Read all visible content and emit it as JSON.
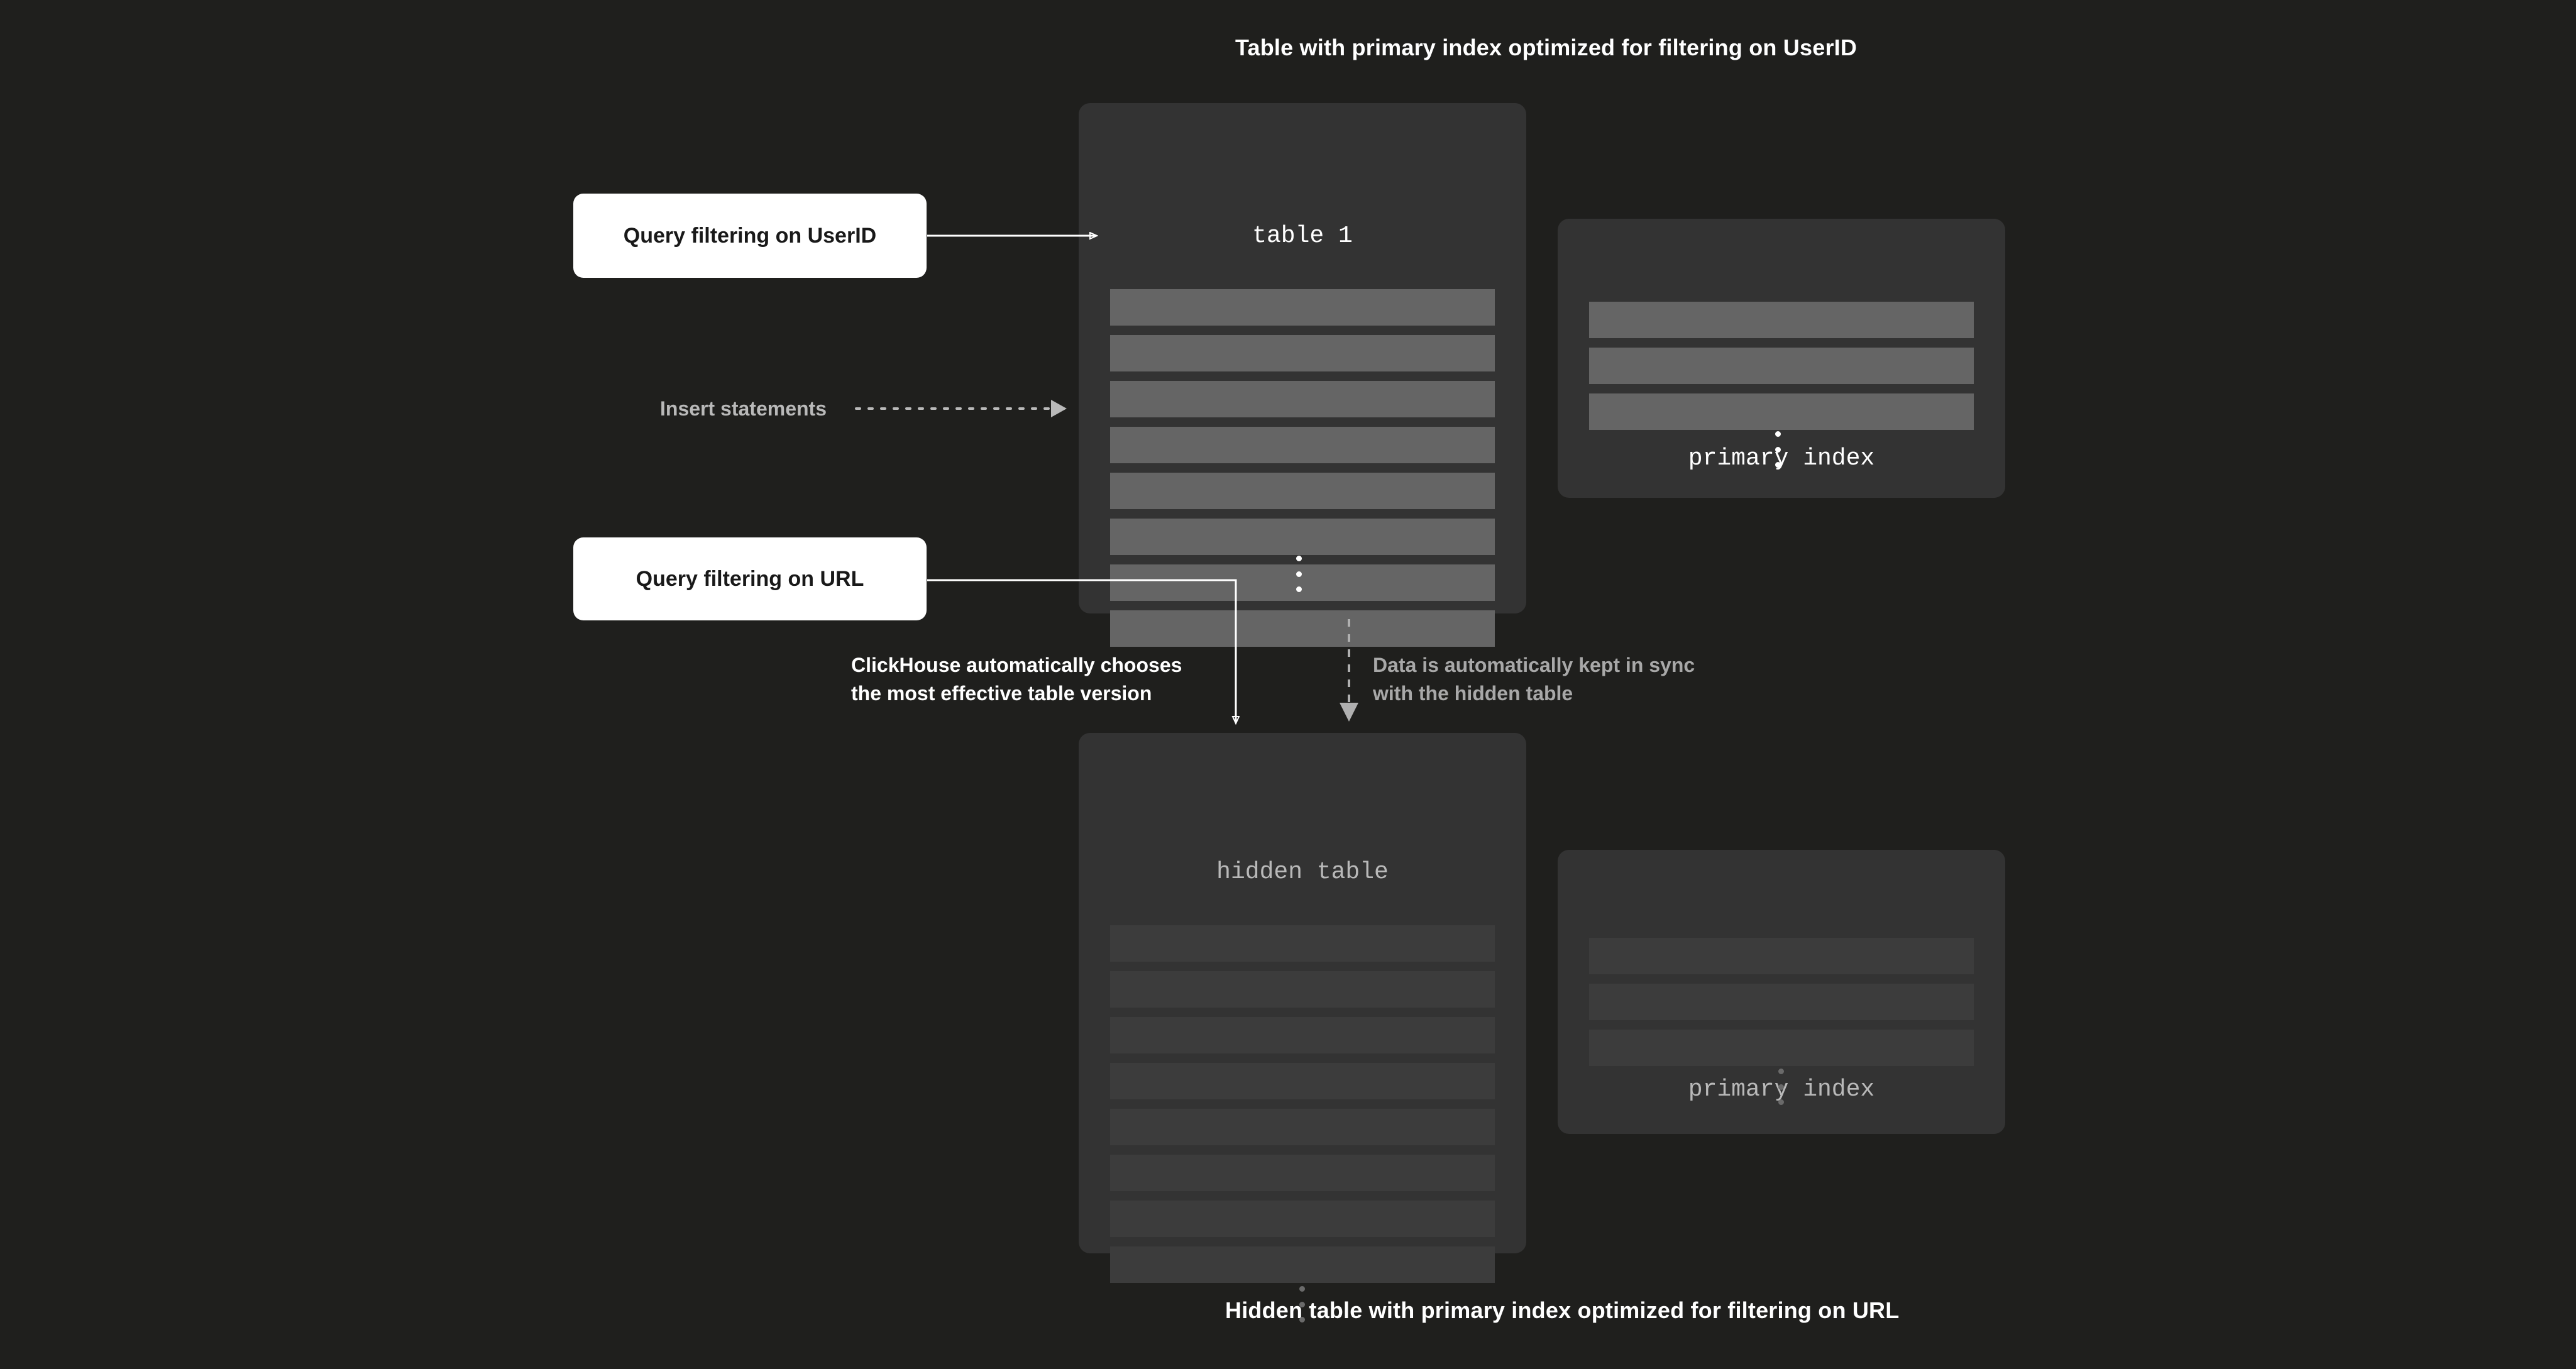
{
  "captions": {
    "top": "Table with primary index optimized for filtering on UserID",
    "bottom": "Hidden table with primary index optimized for filtering on URL"
  },
  "panels": {
    "table1": {
      "title": "table 1",
      "row_count": 8,
      "has_ellipsis": true,
      "dimmed": false
    },
    "index_top": {
      "title": "primary index",
      "row_count": 3,
      "has_ellipsis": true,
      "dimmed": false
    },
    "hidden_table": {
      "title": "hidden table",
      "row_count": 8,
      "has_ellipsis": true,
      "dimmed": true
    },
    "index_bottom": {
      "title": "primary index",
      "row_count": 3,
      "has_ellipsis": true,
      "dimmed": true
    }
  },
  "callouts": {
    "userid": "Query filtering on UserID",
    "url": "Query filtering on URL"
  },
  "annotations": {
    "insert": "Insert statements",
    "chooses": "ClickHouse automatically chooses\nthe most effective table version",
    "sync": "Data is automatically kept in sync\nwith the hidden table"
  },
  "colors": {
    "background": "#1f1f1d",
    "panel": "#333333",
    "panel_row": "#656565",
    "panel_row_dim": "#3c3c3c",
    "callout_bg": "#ffffff",
    "callout_text": "#191919",
    "text_primary": "#ffffff",
    "text_muted": "#b9b9b9",
    "connector_solid": "#ffffff",
    "connector_dashed": "#b0b0b0"
  }
}
